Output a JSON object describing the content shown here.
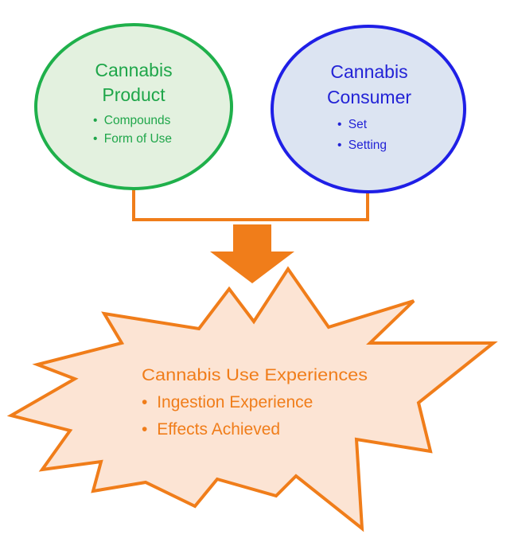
{
  "colors": {
    "product_stroke": "#1fb04b",
    "product_fill": "#e3f1df",
    "product_text": "#1fa64a",
    "consumer_stroke": "#1f1fe6",
    "consumer_fill": "#dce4f2",
    "consumer_text": "#2323d6",
    "connector": "#f07d1a",
    "burst_stroke": "#f07d1a",
    "burst_fill": "#fce4d4",
    "burst_text": "#f07d1a"
  },
  "product": {
    "title_line1": "Cannabis",
    "title_line2": "Product",
    "bullets": [
      "Compounds",
      "Form of Use"
    ]
  },
  "consumer": {
    "title_line1": "Cannabis",
    "title_line2": "Consumer",
    "bullets": [
      "Set",
      "Setting"
    ]
  },
  "result": {
    "title": "Cannabis Use Experiences",
    "bullets": [
      "Ingestion Experience",
      "Effects Achieved"
    ]
  },
  "bullet_glyph": "•"
}
